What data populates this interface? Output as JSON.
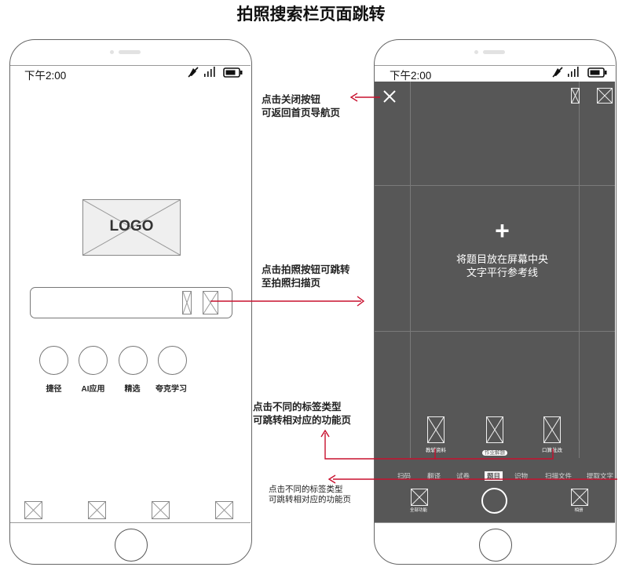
{
  "title": "拍照搜索栏页面跳转",
  "left_phone": {
    "status_time": "下午2:00",
    "logo": "LOGO",
    "shortcuts": [
      "捷径",
      "AI应用",
      "精选",
      "夸克学习"
    ]
  },
  "right_phone": {
    "status_time": "下午2:00",
    "plus": "+",
    "center_lines": [
      "将题目放在屏幕中央",
      "文字平行参考线"
    ],
    "cards": [
      "教辅资料",
      "作业解题",
      "口算批改"
    ],
    "tabs": [
      "扫码",
      "翻译",
      "试卷",
      "题目",
      "识物",
      "扫描文件",
      "提取文字"
    ],
    "selected_tab": "题目",
    "bottom_left": "全部功能",
    "bottom_right": "相册"
  },
  "annotations": {
    "close": [
      "点击关闭按钮",
      "可返回首页导航页"
    ],
    "camera": [
      "点击拍照按钮可跳转",
      "至拍照扫描页"
    ],
    "tags": [
      "点击不同的标签类型",
      "可跳转相对应的功能页"
    ],
    "tabs": [
      "点击不同的标签类型",
      "可跳转相对应的功能页"
    ]
  },
  "colors": {
    "arrow": "#c8102e",
    "camera_bg": "#575757",
    "outline": "#666666"
  },
  "icons": [
    "muted-icon",
    "signal-icon",
    "battery-icon",
    "close-icon",
    "placeholder-image-icon",
    "shutter-icon"
  ]
}
